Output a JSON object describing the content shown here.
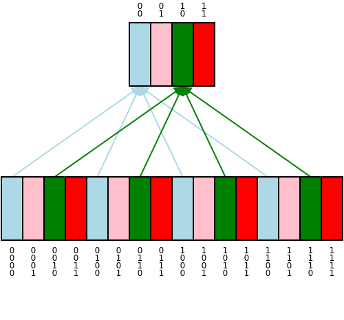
{
  "colors": {
    "c0": "#add8e6",
    "c1": "#ffc0cb",
    "c2": "#008000",
    "c3": "#ff0000",
    "arrow_light": "#add8e6",
    "arrow_dark": "#008000",
    "border": "#000000"
  },
  "top_cells": [
    {
      "bits": [
        "0",
        "0"
      ],
      "color": "c0"
    },
    {
      "bits": [
        "0",
        "1"
      ],
      "color": "c1"
    },
    {
      "bits": [
        "1",
        "0"
      ],
      "color": "c2"
    },
    {
      "bits": [
        "1",
        "1"
      ],
      "color": "c3"
    }
  ],
  "bottom_cells": [
    {
      "bits": [
        "0",
        "0",
        "0",
        "0"
      ],
      "color": "c0"
    },
    {
      "bits": [
        "0",
        "0",
        "0",
        "1"
      ],
      "color": "c1"
    },
    {
      "bits": [
        "0",
        "0",
        "1",
        "0"
      ],
      "color": "c2"
    },
    {
      "bits": [
        "0",
        "0",
        "1",
        "1"
      ],
      "color": "c3"
    },
    {
      "bits": [
        "0",
        "1",
        "0",
        "0"
      ],
      "color": "c0"
    },
    {
      "bits": [
        "0",
        "1",
        "0",
        "1"
      ],
      "color": "c1"
    },
    {
      "bits": [
        "0",
        "1",
        "1",
        "0"
      ],
      "color": "c2"
    },
    {
      "bits": [
        "0",
        "1",
        "1",
        "1"
      ],
      "color": "c3"
    },
    {
      "bits": [
        "1",
        "0",
        "0",
        "0"
      ],
      "color": "c0"
    },
    {
      "bits": [
        "1",
        "0",
        "0",
        "1"
      ],
      "color": "c1"
    },
    {
      "bits": [
        "1",
        "0",
        "1",
        "0"
      ],
      "color": "c2"
    },
    {
      "bits": [
        "1",
        "0",
        "1",
        "1"
      ],
      "color": "c3"
    },
    {
      "bits": [
        "1",
        "1",
        "0",
        "0"
      ],
      "color": "c0"
    },
    {
      "bits": [
        "1",
        "1",
        "0",
        "1"
      ],
      "color": "c1"
    },
    {
      "bits": [
        "1",
        "1",
        "1",
        "0"
      ],
      "color": "c2"
    },
    {
      "bits": [
        "1",
        "1",
        "1",
        "1"
      ],
      "color": "c3"
    }
  ],
  "arrows": [
    {
      "from": 0,
      "to": 0,
      "style": "light"
    },
    {
      "from": 4,
      "to": 0,
      "style": "light"
    },
    {
      "from": 8,
      "to": 0,
      "style": "light"
    },
    {
      "from": 12,
      "to": 0,
      "style": "light"
    },
    {
      "from": 2,
      "to": 2,
      "style": "dark"
    },
    {
      "from": 6,
      "to": 2,
      "style": "dark"
    },
    {
      "from": 10,
      "to": 2,
      "style": "dark"
    },
    {
      "from": 14,
      "to": 2,
      "style": "dark"
    }
  ]
}
